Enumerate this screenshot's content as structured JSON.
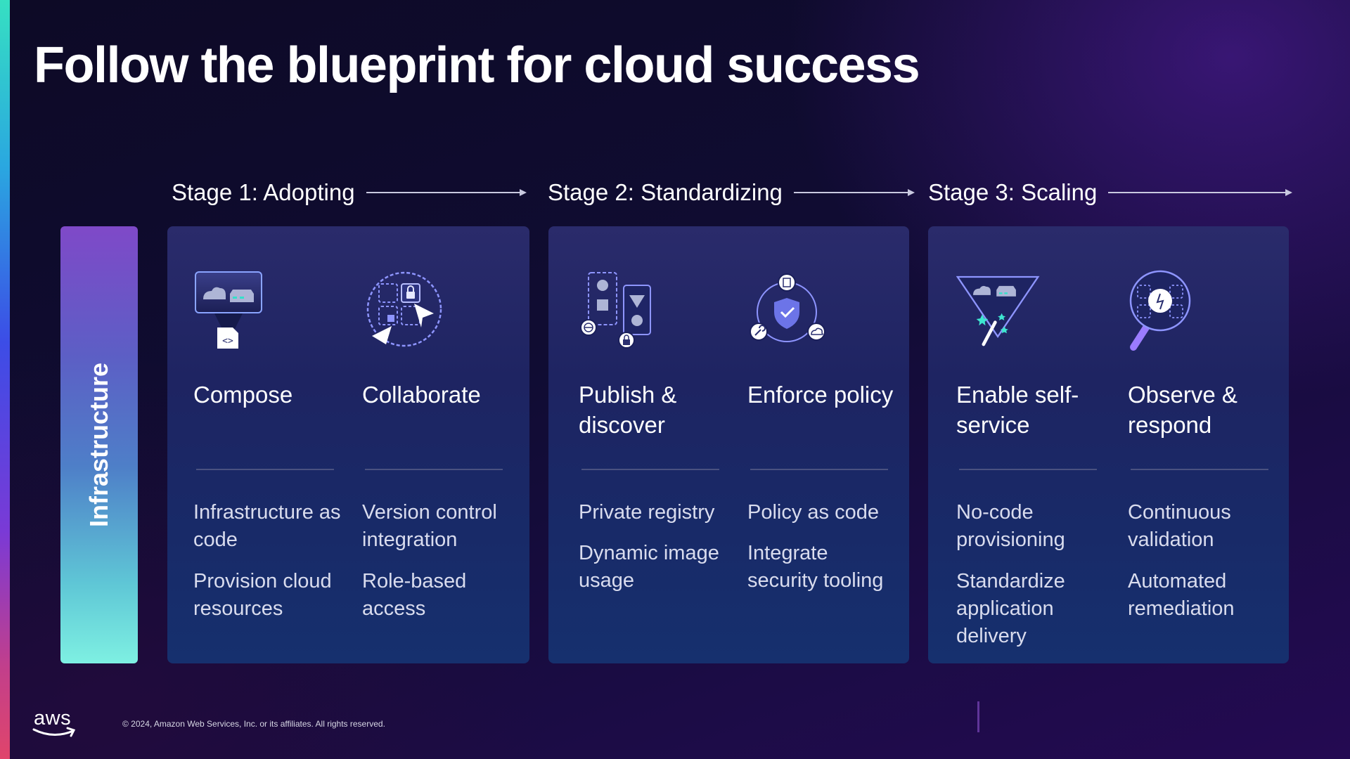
{
  "title": "Follow the blueprint for cloud success",
  "infrastructure_label": "Infrastructure",
  "stages": [
    {
      "label": "Stage 1: Adopting",
      "columns": [
        {
          "icon": "compose-icon",
          "title": "Compose",
          "items": [
            "Infrastructure as code",
            "Provision cloud resources"
          ]
        },
        {
          "icon": "collaborate-icon",
          "title": "Collaborate",
          "items": [
            "Version control integration",
            "Role-based access"
          ]
        }
      ]
    },
    {
      "label": "Stage 2: Standardizing",
      "columns": [
        {
          "icon": "publish-discover-icon",
          "title": "Publish & discover",
          "items": [
            "Private registry",
            "Dynamic image usage"
          ]
        },
        {
          "icon": "enforce-policy-icon",
          "title": "Enforce policy",
          "items": [
            "Policy as code",
            "Integrate security tooling"
          ]
        }
      ]
    },
    {
      "label": "Stage 3: Scaling",
      "columns": [
        {
          "icon": "self-service-icon",
          "title": "Enable self-service",
          "items": [
            "No-code provisioning",
            "Standardize application delivery"
          ]
        },
        {
          "icon": "observe-respond-icon",
          "title": "Observe & respond",
          "items": [
            "Continuous validation",
            "Automated remediation"
          ]
        }
      ]
    }
  ],
  "footer": {
    "logo": "aws",
    "copyright": "© 2024, Amazon Web Services, Inc. or its affiliates. All rights reserved."
  },
  "colors": {
    "background": "#100c33",
    "card": "#1e2462",
    "infra_bar_top": "#7f49c8",
    "infra_bar_bottom": "#7ef0e2",
    "icon_accent": "#8e95ff"
  }
}
